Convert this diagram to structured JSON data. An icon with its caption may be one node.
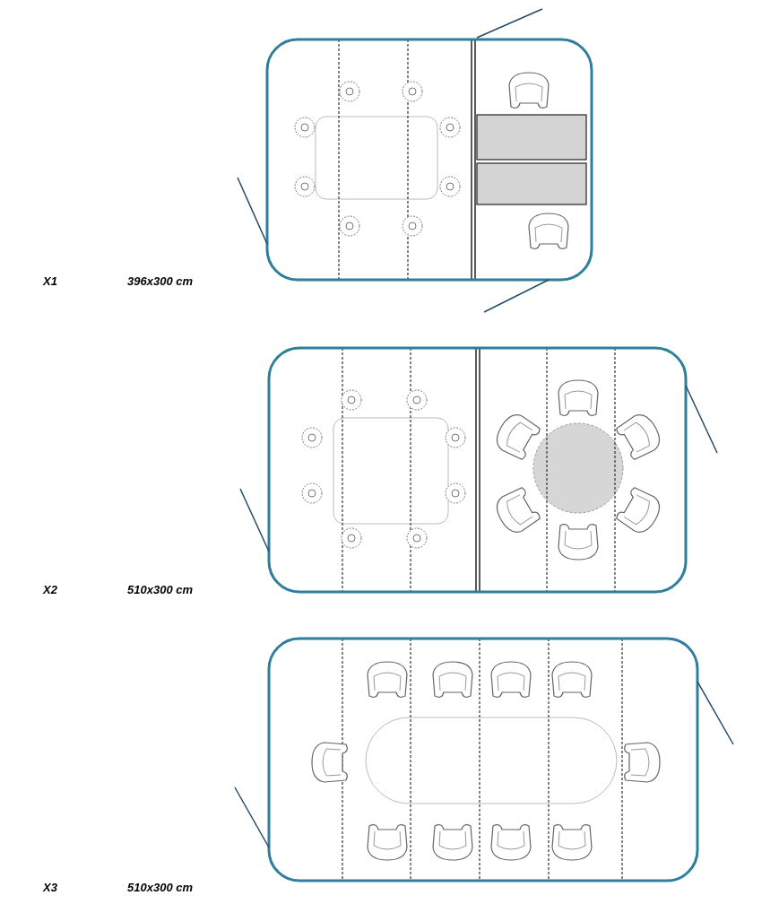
{
  "diagram": {
    "labels": [
      "X1",
      "396x300 cm",
      "X2",
      "510x300 cm",
      "X3",
      "510x300 cm"
    ]
  }
}
